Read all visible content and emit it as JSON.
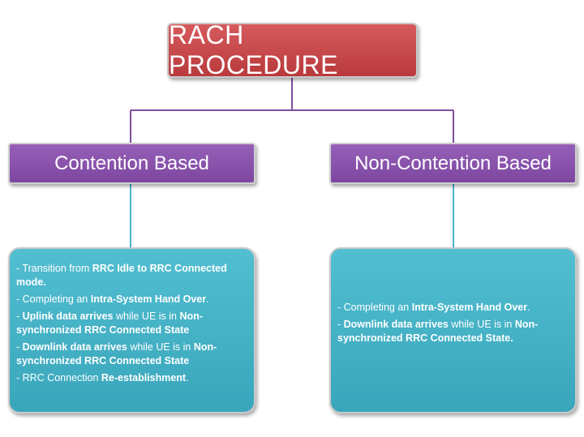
{
  "root": {
    "label": "RACH PROCEDURE"
  },
  "categories": [
    {
      "label": "Contention Based",
      "items": [
        [
          {
            "t": "- Transition from ",
            "b": false
          },
          {
            "t": "RRC Idle to RRC Connected mode.",
            "b": true
          }
        ],
        [
          {
            "t": "- Completing an ",
            "b": false
          },
          {
            "t": "Intra-System Hand Over",
            "b": true
          },
          {
            "t": ".",
            "b": false
          }
        ],
        [
          {
            "t": "- ",
            "b": false
          },
          {
            "t": "Uplink data arrives",
            "b": true
          },
          {
            "t": " while UE is in ",
            "b": false
          },
          {
            "t": "Non-synchronized RRC Connected State",
            "b": true
          }
        ],
        [
          {
            "t": "- ",
            "b": false
          },
          {
            "t": "Downlink data arrives",
            "b": true
          },
          {
            "t": " while UE is in ",
            "b": false
          },
          {
            "t": "Non-synchronized RRC Connected State",
            "b": true
          }
        ],
        [
          {
            "t": "- RRC Connection ",
            "b": false
          },
          {
            "t": "Re-establishment",
            "b": true
          },
          {
            "t": ".",
            "b": false
          }
        ]
      ]
    },
    {
      "label": "Non-Contention Based",
      "items": [
        [
          {
            "t": "- Completing an ",
            "b": false
          },
          {
            "t": "Intra-System Hand Over",
            "b": true
          },
          {
            "t": ".",
            "b": false
          }
        ],
        [
          {
            "t": "- ",
            "b": false
          },
          {
            "t": "Downlink data arrives",
            "b": true
          },
          {
            "t": " while UE is in ",
            "b": false
          },
          {
            "t": "Non-synchronized RRC Connected State.",
            "b": true
          }
        ]
      ]
    }
  ],
  "colors": {
    "root": "#c2464a",
    "category": "#8654a8",
    "detail": "#47b3c7",
    "connector_root": "#7e4f9e",
    "connector_detail": "#47b3c7"
  }
}
